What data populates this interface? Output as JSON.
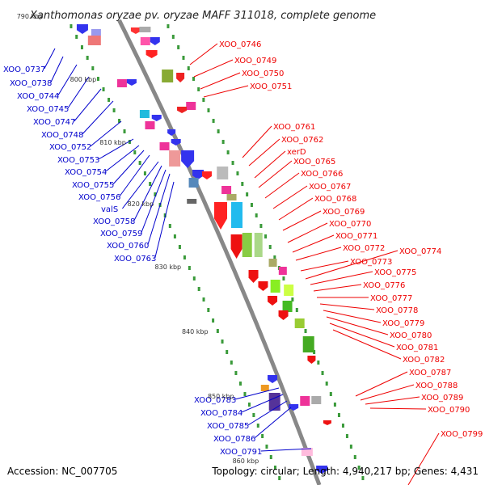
{
  "title": "Xanthomonas oryzae pv. oryzae MAFF 311018, complete genome",
  "accession": "Accession: NC_007705",
  "topology": "Topology: circular; Length: 4,940,217 bp; Genes: 4,431",
  "colors": {
    "backbone": "#888888",
    "ticks": "#3a9a3a",
    "left_label": "#0000cc",
    "right_label": "#ee0000"
  },
  "kbp_markers": [
    "790 kbp",
    "800 kbp",
    "810 kbp",
    "820 kbp",
    "830 kbp",
    "840 kbp",
    "850 kbp",
    "860 kbp"
  ],
  "left_labels": [
    "XOO_0737",
    "XOO_0738",
    "XOO_0744",
    "XOO_0745",
    "XOO_0747",
    "XOO_0748",
    "XOO_0752",
    "XOO_0753",
    "XOO_0754",
    "XOO_0755",
    "XOO_0756",
    "valS",
    "XOO_0758",
    "XOO_0759",
    "XOO_0760",
    "XOO_0763",
    "XOO_0783",
    "XOO_0784",
    "XOO_0785",
    "XOO_0786",
    "XOO_0791"
  ],
  "right_labels": [
    "XOO_0746",
    "XOO_0749",
    "XOO_0750",
    "XOO_0751",
    "XOO_0761",
    "XOO_0762",
    "xerD",
    "XOO_0765",
    "XOO_0766",
    "XOO_0767",
    "XOO_0768",
    "XOO_0769",
    "XOO_0770",
    "XOO_0771",
    "XOO_0772",
    "XOO_0773",
    "XOO_0774",
    "XOO_0775",
    "XOO_0776",
    "XOO_0777",
    "XOO_0778",
    "XOO_0779",
    "XOO_0780",
    "XOO_0781",
    "XOO_0782",
    "XOO_0787",
    "XOO_0788",
    "XOO_0789",
    "XOO_0790",
    "XOO_0799"
  ]
}
